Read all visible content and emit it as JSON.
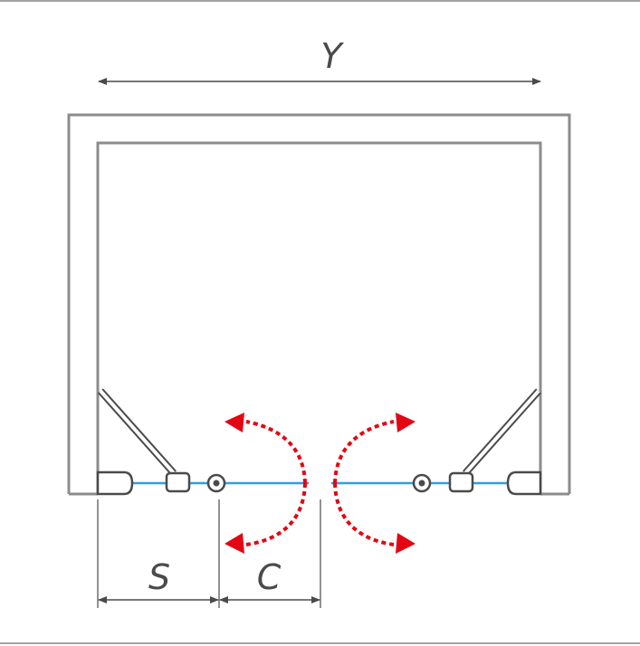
{
  "labels": {
    "width": "Y",
    "side_panel": "S",
    "door": "C"
  },
  "colors": {
    "frame": "#8c8c8c",
    "glass": "#2e9fe0",
    "swing_arrow": "#e30613",
    "hardware": "#4a4a4a",
    "dimension_line": "#4a4a4a"
  }
}
